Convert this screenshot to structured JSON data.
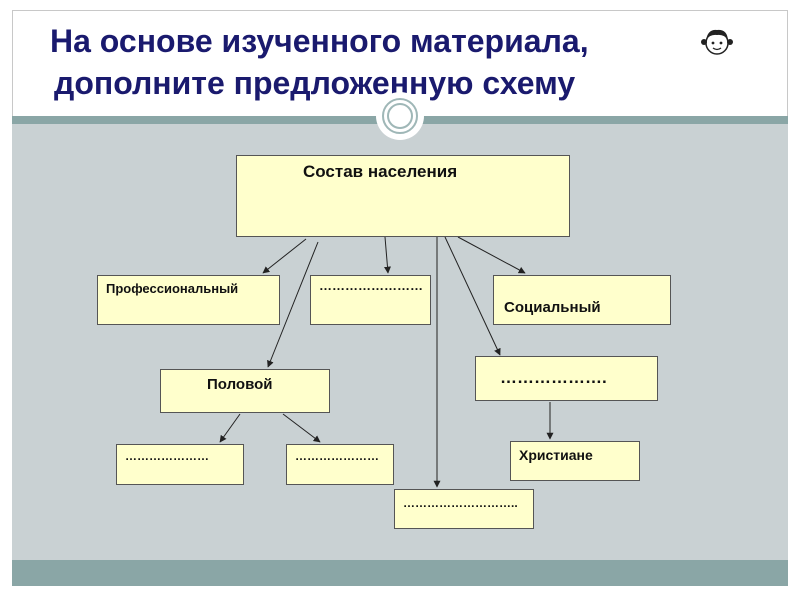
{
  "slide": {
    "title_line1": "На основе изученного материала,",
    "title_line2": "дополните предложенную схему"
  },
  "diagram": {
    "root": "Состав населения",
    "professional": "Профессиональный",
    "blank_top": "……………………",
    "social": "Социальный",
    "gender": "Половой",
    "blank_social_child": "……………….",
    "gender_child_left": "…………………",
    "gender_child_right": "…………………",
    "christians": "Христиане",
    "blank_bottom": "……………………….."
  },
  "colors": {
    "title": "#1a1a6e",
    "box_fill": "#ffffcc",
    "background": "#c9d1d3",
    "accent_strip": "#8aa6a6"
  }
}
